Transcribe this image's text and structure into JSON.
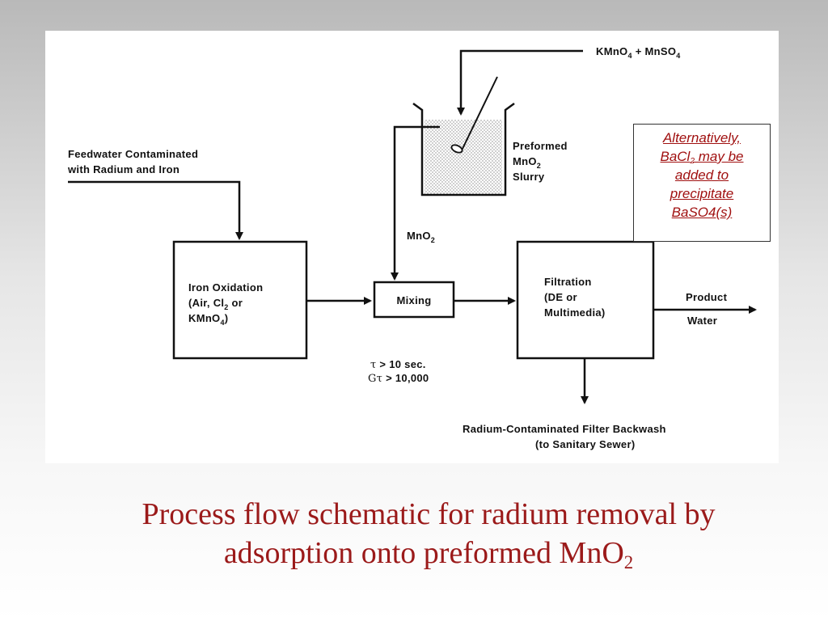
{
  "diagram": {
    "reagent": [
      "KMnO",
      "4",
      " + MnSO",
      "4"
    ],
    "feed": [
      "Feedwater Contaminated",
      "with Radium and Iron"
    ],
    "slurry": [
      "Preformed",
      "MnO",
      "2",
      "Slurry"
    ],
    "mno2_label": [
      "MnO",
      "2"
    ],
    "iron_box": [
      "Iron Oxidation",
      "(Air, Cl",
      "2",
      " or",
      "KMnO",
      "4",
      ")"
    ],
    "mixing_box": "Mixing",
    "filtration_box": [
      "Filtration",
      "(DE or",
      "Multimedia)"
    ],
    "product": [
      "Product",
      "Water"
    ],
    "tau_line": [
      "τ",
      " > 10 sec."
    ],
    "gtau_line": [
      "Gτ",
      " > 10,000"
    ],
    "backwash": [
      "Radium-Contaminated Filter Backwash",
      "(to Sanitary Sewer)"
    ]
  },
  "note": {
    "line1": "Alternatively,",
    "line2a": "BaCl",
    "line2sub": "2",
    "line2b": " may be",
    "line3": "added to",
    "line4": "precipitate",
    "line5": "BaSO4(s)"
  },
  "caption": {
    "line1": "Process flow schematic for radium removal by",
    "line2": "adsorption onto preformed MnO",
    "line2sub": "2"
  }
}
